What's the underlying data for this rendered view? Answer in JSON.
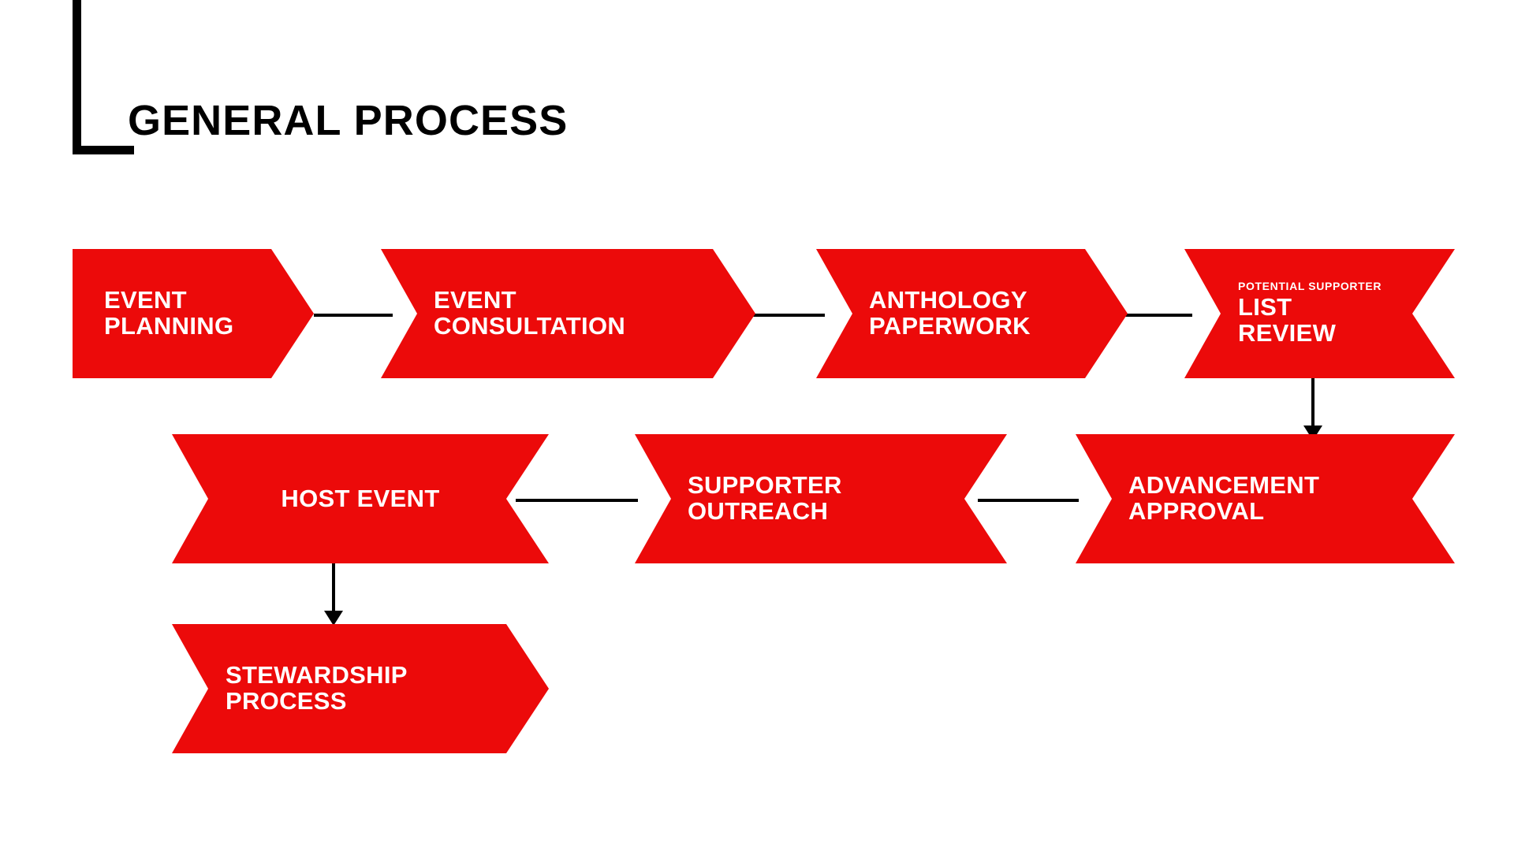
{
  "slide": {
    "title": "GENERAL PROCESS",
    "background_color": "#FFFFFF",
    "accent_color": "#EC0A0A",
    "line_color": "#000000",
    "text_on_accent_color": "#FFFFFF"
  },
  "diagram": {
    "type": "flowchart",
    "rows": [
      {
        "direction": "left-to-right",
        "nodes": [
          {
            "id": "event-planning",
            "label": "EVENT\nPLANNING",
            "eyebrow": "",
            "shape": "arrow-right",
            "align": "left"
          },
          {
            "id": "event-consultation",
            "label": "EVENT\nCONSULTATION",
            "eyebrow": "",
            "shape": "ribbon-right",
            "align": "left"
          },
          {
            "id": "anthology-paperwork",
            "label": "ANTHOLOGY\nPAPERWORK",
            "eyebrow": "",
            "shape": "ribbon-right",
            "align": "left"
          },
          {
            "id": "list-review",
            "label": "LIST\nREVIEW",
            "eyebrow": "POTENTIAL SUPPORTER",
            "shape": "ribbon-both",
            "align": "left"
          }
        ]
      },
      {
        "direction": "right-to-left",
        "nodes": [
          {
            "id": "host-event",
            "label": "HOST EVENT",
            "eyebrow": "",
            "shape": "ribbon-both",
            "align": "center"
          },
          {
            "id": "supporter-outreach",
            "label": "SUPPORTER\nOUTREACH",
            "eyebrow": "",
            "shape": "ribbon-both",
            "align": "left"
          },
          {
            "id": "advancement-approval",
            "label": "ADVANCEMENT\nAPPROVAL",
            "eyebrow": "",
            "shape": "ribbon-both",
            "align": "left"
          }
        ]
      },
      {
        "direction": "terminal",
        "nodes": [
          {
            "id": "stewardship-process",
            "label": "STEWARDSHIP\nPROCESS",
            "eyebrow": "",
            "shape": "ribbon-right",
            "align": "left"
          }
        ]
      }
    ],
    "connectors": [
      {
        "id": "planning-to-consultation",
        "kind": "line",
        "orientation": "horizontal"
      },
      {
        "id": "consultation-to-paperwork",
        "kind": "line",
        "orientation": "horizontal"
      },
      {
        "id": "paperwork-to-list-review",
        "kind": "line",
        "orientation": "horizontal"
      },
      {
        "id": "list-review-to-advancement",
        "kind": "arrow",
        "orientation": "vertical-down"
      },
      {
        "id": "advancement-to-outreach",
        "kind": "line",
        "orientation": "horizontal"
      },
      {
        "id": "outreach-to-host-event",
        "kind": "line",
        "orientation": "horizontal"
      },
      {
        "id": "host-event-to-stewardship",
        "kind": "arrow",
        "orientation": "vertical-down"
      }
    ]
  }
}
